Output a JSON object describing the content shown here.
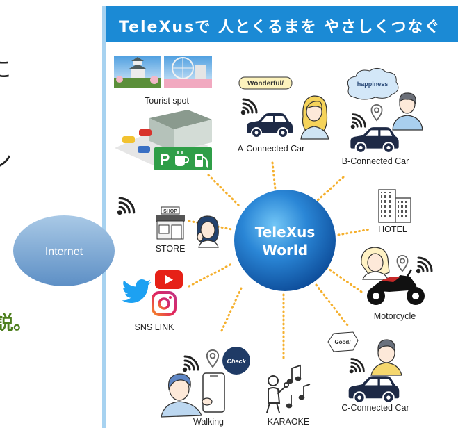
{
  "left_text": {
    "fragment_1": "に",
    "fragment_2": "ン",
    "fragment_3": "説。"
  },
  "internet": {
    "label": "Internet"
  },
  "header": {
    "title": "TeleXusで 人とくるまを やさしくつなぐ"
  },
  "center": {
    "line_1": "TeleXus",
    "line_2": "World"
  },
  "nodes": {
    "tourist_spot": {
      "label": "Tourist spot"
    },
    "parking": {
      "sign_letter": "P",
      "icons": [
        "cup-icon",
        "fuel-pump-icon"
      ]
    },
    "a_car": {
      "label": "A-Connected Car",
      "bubble": "Wonderful/"
    },
    "b_car": {
      "label": "B-Connected Car",
      "bubble": "happiness"
    },
    "store": {
      "label": "STORE",
      "sign": "SHOP"
    },
    "hotel": {
      "label": "HOTEL"
    },
    "motorcycle": {
      "label": "Motorcycle"
    },
    "sns": {
      "label": "SNS LINK",
      "icons": [
        "twitter-icon",
        "youtube-icon",
        "instagram-icon"
      ]
    },
    "walking": {
      "label": "Walking",
      "badge": "Check"
    },
    "karaoke": {
      "label": "KARAOKE"
    },
    "c_car": {
      "label": "C-Connected Car",
      "bubble": "Good/"
    }
  },
  "colors": {
    "header_bg": "#1b8ad5",
    "panel_border": "#a7d2f0",
    "connector": "#f5b02e",
    "sphere": "#1e6fc4",
    "internet": "#6f9ccc",
    "green_text": "#4e7f1e",
    "car": "#1e2a46",
    "parking_sign": "#2f9e48"
  }
}
